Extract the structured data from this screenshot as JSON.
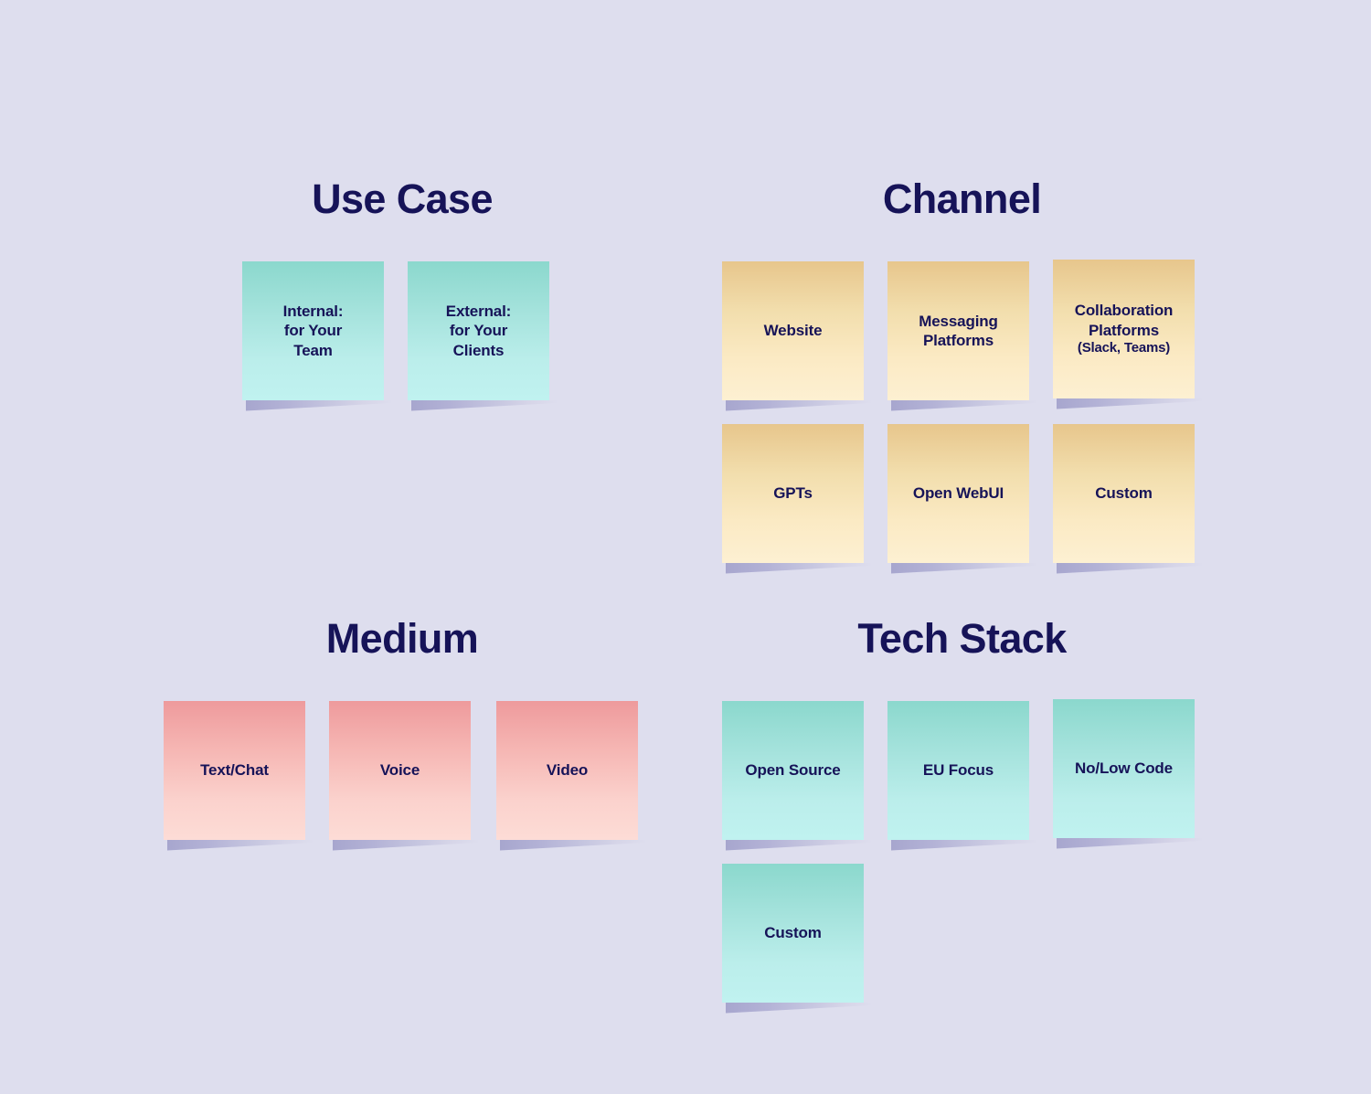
{
  "background_color": "#dedeee",
  "text_color": "#161358",
  "note_colors": {
    "teal_top": "#8bd8cd",
    "teal_bottom": "#c0f2f0",
    "orange_top": "#e7c68c",
    "orange_bottom": "#fdf0d2",
    "pink_top": "#ee9a9c",
    "pink_bottom": "#fddcd6",
    "shadow": "#a7a6ce"
  },
  "sections": [
    {
      "id": "use-case",
      "title": "Use Case",
      "color": "teal",
      "notes": [
        {
          "label": "Internal:\nfor Your\nTeam",
          "sub": ""
        },
        {
          "label": "External:\nfor Your\nClients",
          "sub": ""
        }
      ]
    },
    {
      "id": "channel",
      "title": "Channel",
      "color": "orange",
      "notes": [
        {
          "label": "Website",
          "sub": ""
        },
        {
          "label": "Messaging\nPlatforms",
          "sub": ""
        },
        {
          "label": "Collaboration\nPlatforms",
          "sub": "(Slack, Teams)"
        },
        {
          "label": "GPTs",
          "sub": ""
        },
        {
          "label": "Open WebUI",
          "sub": ""
        },
        {
          "label": "Custom",
          "sub": ""
        }
      ]
    },
    {
      "id": "medium",
      "title": "Medium",
      "color": "pink",
      "notes": [
        {
          "label": "Text/Chat",
          "sub": ""
        },
        {
          "label": "Voice",
          "sub": ""
        },
        {
          "label": "Video",
          "sub": ""
        }
      ]
    },
    {
      "id": "tech-stack",
      "title": "Tech Stack",
      "color": "teal",
      "notes": [
        {
          "label": "Open Source",
          "sub": ""
        },
        {
          "label": "EU Focus",
          "sub": ""
        },
        {
          "label": "No/Low Code",
          "sub": ""
        },
        {
          "label": "Custom",
          "sub": ""
        }
      ]
    }
  ]
}
